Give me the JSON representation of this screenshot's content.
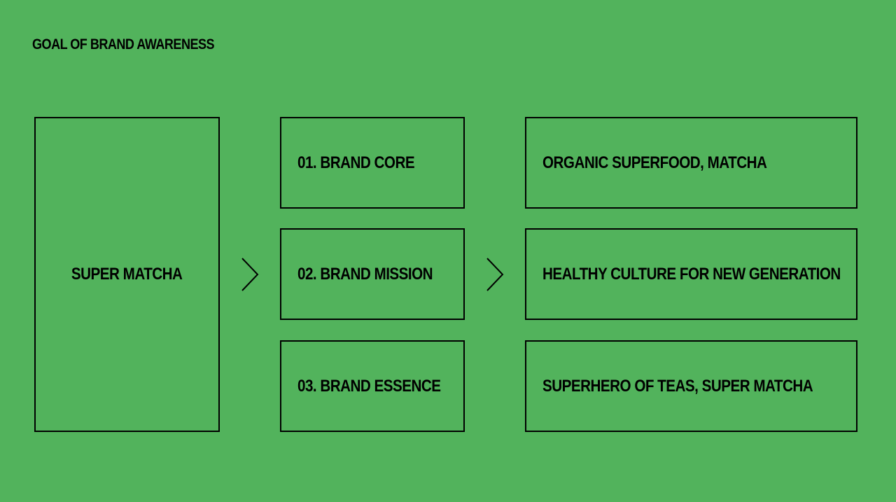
{
  "title": "GOAL OF BRAND AWARENESS",
  "source": {
    "label": "SUPER MATCHA"
  },
  "pillars": [
    {
      "label": "01. BRAND CORE"
    },
    {
      "label": "02. BRAND MISSION"
    },
    {
      "label": "03. BRAND ESSENCE"
    }
  ],
  "statements": [
    {
      "label": "ORGANIC SUPERFOOD, MATCHA"
    },
    {
      "label": "HEALTHY CULTURE FOR NEW GENERATION"
    },
    {
      "label": "SUPERHERO OF TEAS, SUPER MATCHA"
    }
  ],
  "arrows": [
    {
      "icon": "chevron-right-icon"
    },
    {
      "icon": "chevron-right-icon"
    }
  ],
  "colors": {
    "background": "#52b35c",
    "ink": "#000000"
  }
}
